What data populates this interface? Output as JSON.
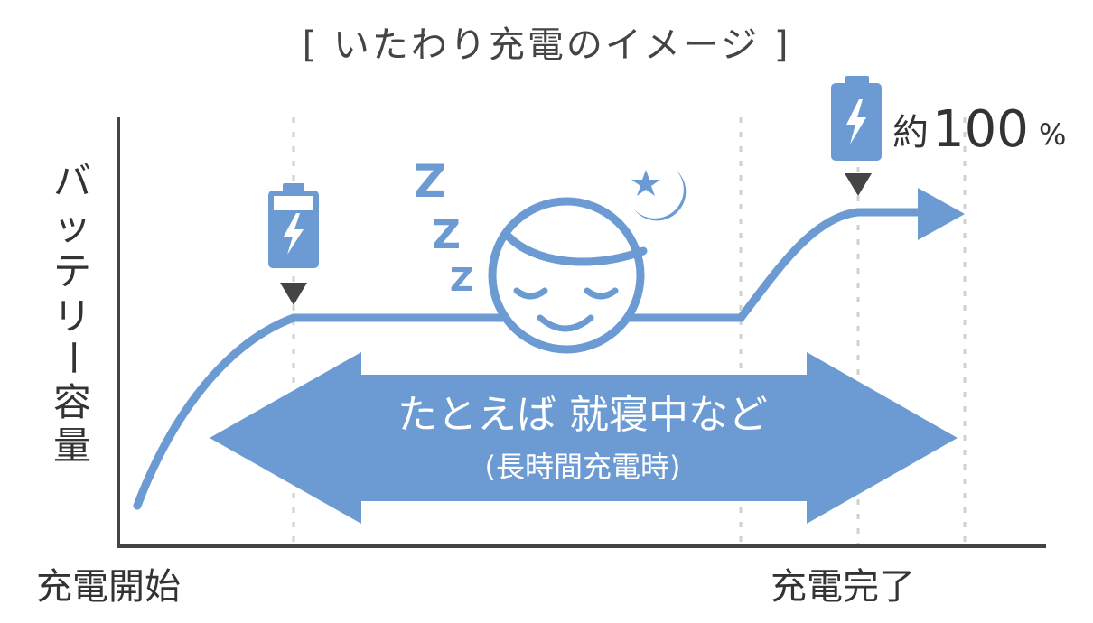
{
  "title": "[ いたわり充電のイメージ ]",
  "y_axis_label": [
    "バ",
    "ッ",
    "テ",
    "リ",
    "ー",
    "容",
    "量"
  ],
  "x_axis": {
    "start_label": "充電開始",
    "end_label": "充電完了"
  },
  "full_charge_label": {
    "prefix": "約",
    "value": "100",
    "unit": "%"
  },
  "span_arrow": {
    "line1": "たとえば 就寝中など",
    "line2": "(長時間充電時)"
  },
  "sleep_letters": [
    "Z",
    "Z",
    "Z"
  ],
  "colors": {
    "accent": "#6b9bd2",
    "axis": "#444444",
    "guide": "#cccccc",
    "text": "#333333"
  }
}
